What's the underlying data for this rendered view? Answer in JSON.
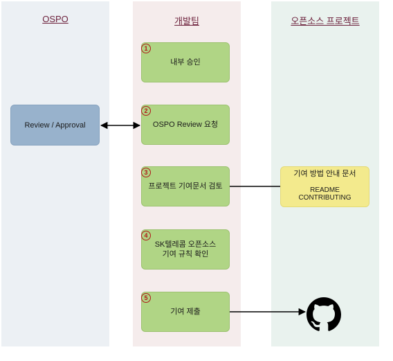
{
  "lanes": {
    "ospo": "OSPO",
    "dev": "개발팀",
    "oss": "오픈소스 프로젝트"
  },
  "steps": [
    {
      "num": "1",
      "label": "내부 승인"
    },
    {
      "num": "2",
      "label": "OSPO Review 요청"
    },
    {
      "num": "3",
      "label": "프로젝트 기여문서 검토"
    },
    {
      "num": "4",
      "label_line1": "SK텔레콤 오픈소스",
      "label_line2": "기여 규칙 확인"
    },
    {
      "num": "5",
      "label": "기여 제출"
    }
  ],
  "review_box": "Review / Approval",
  "guide_box": {
    "title": "기여 방법 안내 문서",
    "line1": "README",
    "line2": "CONTRIBUTING"
  },
  "icons": {
    "target": "github-icon"
  },
  "colors": {
    "step_fill": "#b0d585",
    "review_fill": "#98b2cc",
    "guide_fill": "#f3ea8d",
    "lane_title": "#6b1f3a",
    "step_number": "#b01818"
  }
}
